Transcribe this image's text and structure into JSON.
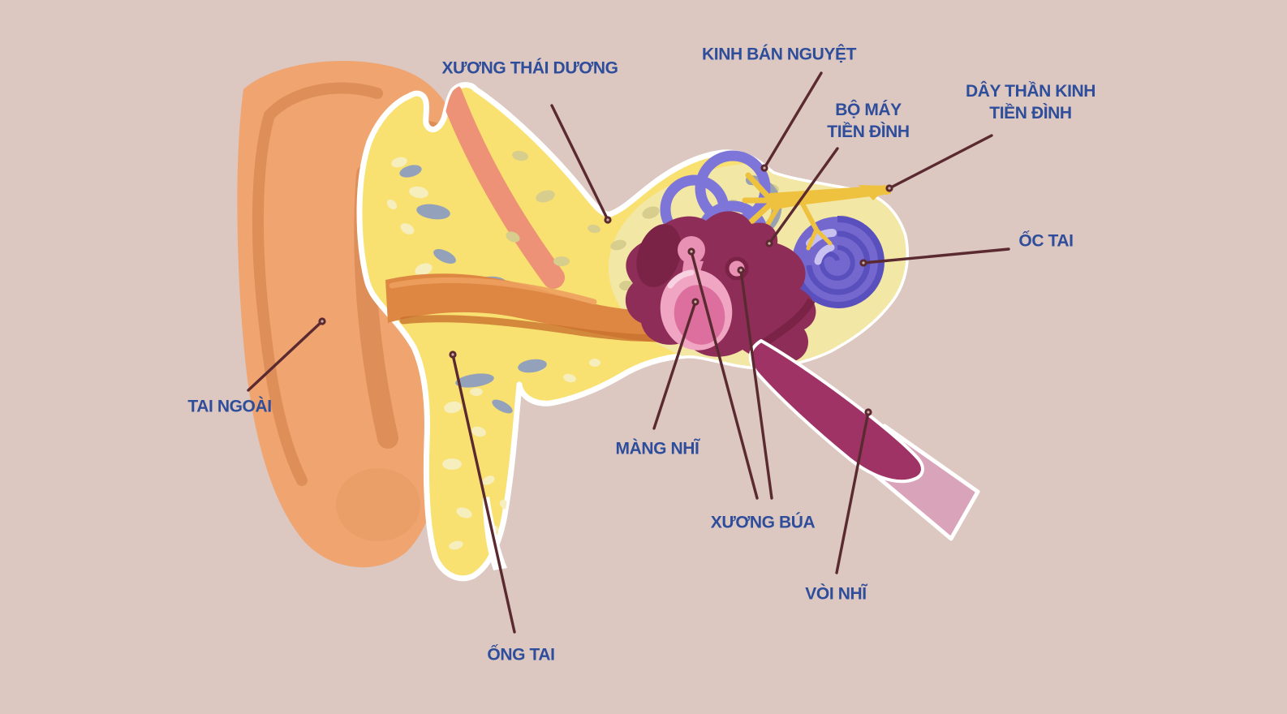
{
  "diagram_title": "",
  "labels": {
    "temporal_bone": "XƯƠNG THÁI DƯƠNG",
    "semicircular_canals": "KINH BÁN NGUYỆT",
    "vestibular_apparatus": "BỘ MÁY\nTIỀN ĐÌNH",
    "vestibular_nerve": "DÂY THẦN KINH\nTIỀN ĐÌNH",
    "cochlea": "ỐC TAI",
    "outer_ear": "TAI NGOÀI",
    "eardrum": "MÀNG NHĨ",
    "malleus": "XƯƠNG BÚA",
    "eustachian_tube": "VÒI NHĨ",
    "ear_canal": "ỐNG TAI"
  },
  "colors": {
    "background": "#dcc7c1",
    "label_text": "#2e4d9a",
    "leader_line": "#5a2a30",
    "outer_ear_skin": "#f0a470",
    "outer_ear_shade": "#dd8e59",
    "bone_yellow": "#f8e170",
    "bone_pale": "#f3e7a6",
    "bone_gray_blob": "#93a2ba",
    "salmon_band": "#ee9277",
    "ear_canal_orange": "#dd8743",
    "semicircular_canal_purple": "#7e75d9",
    "cochlea_purple": "#7468cf",
    "vestibular_nerve_yellow": "#eec23f",
    "middle_ear_maroon": "#8e2d57",
    "eardrum_pink": "#dd6f9f",
    "eustachian_tube_maroon": "#a03366",
    "eustachian_flare_pink": "#d9a4ba"
  }
}
